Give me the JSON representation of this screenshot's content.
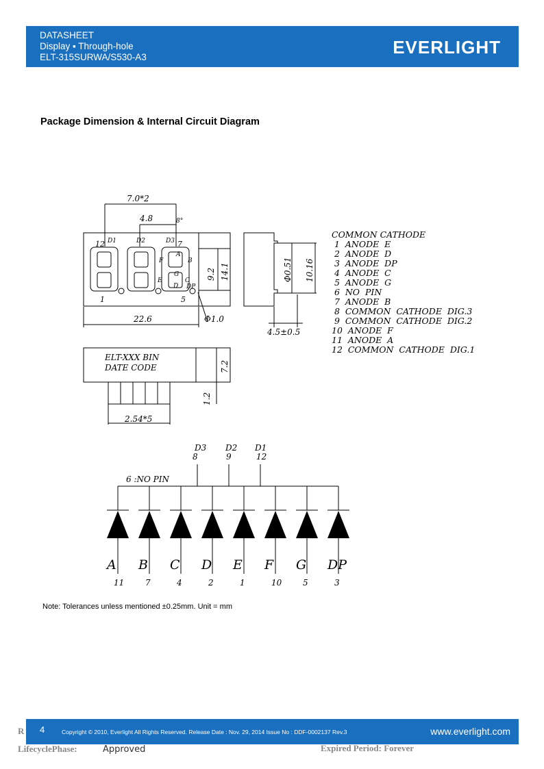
{
  "header": {
    "line1": "DATASHEET",
    "line2": "Display ▪ Through-hole",
    "line3": "ELT-315SURWA/S530-A3",
    "logo": "EVERLIGHT"
  },
  "section_title": "Package Dimension & Internal Circuit Diagram",
  "dimensions": {
    "pitch_top": "7.0*2",
    "digit_width": "4.8",
    "angle": "8°",
    "height_92": "9.2",
    "height_141": "14.1",
    "width_226": "22.6",
    "hole": "Φ1.0",
    "pin_dia": "Φ0.51",
    "side_h": "10.16",
    "side_w": "4.5±0.5",
    "body_h": "7.2",
    "pin_h": "1.2",
    "pin_pitch": "2.54*5",
    "label1": "ELT-XXX BIN",
    "label2": "DATE    CODE",
    "d1": "D1",
    "d2": "D2",
    "d3": "D3",
    "p12": "12",
    "p7": "7",
    "p1": "1",
    "p5": "5",
    "segA": "A",
    "segB": "B",
    "segC": "C",
    "segD": "D",
    "segE": "E",
    "segF": "F",
    "segDP": "DP",
    "segG": "G"
  },
  "pin_list": {
    "title": "COMMON CATHODE",
    "items": [
      " 1  ANODE  E",
      " 2  ANODE  D",
      " 3  ANODE  DP",
      " 4  ANODE  C",
      " 5  ANODE  G",
      " 6  NO  PIN",
      " 7  ANODE  B",
      " 8  COMMON  CATHODE  DIG.3",
      " 9  COMMON  CATHODE  DIG.2",
      "10  ANODE  F",
      "11  ANODE  A",
      "12  COMMON  CATHODE  DIG.1"
    ]
  },
  "circuit": {
    "no_pin": "6  :NO  PIN",
    "digits": [
      {
        "name": "D3",
        "pin": "8"
      },
      {
        "name": "D2",
        "pin": "9"
      },
      {
        "name": "D1",
        "pin": "12"
      }
    ],
    "segments": [
      {
        "name": "A",
        "pin": "11"
      },
      {
        "name": "B",
        "pin": "7"
      },
      {
        "name": "C",
        "pin": "4"
      },
      {
        "name": "D",
        "pin": "2"
      },
      {
        "name": "E",
        "pin": "1"
      },
      {
        "name": "F",
        "pin": "10"
      },
      {
        "name": "G",
        "pin": "5"
      },
      {
        "name": "DP",
        "pin": "3"
      }
    ]
  },
  "note": "Note: Tolerances unless mentioned ±0.25mm. Unit = mm",
  "footer": {
    "page": "4",
    "copyright": "Copyright © 2010, Everlight All Rights Reserved. Release Date : Nov. 29, 2014 Issue No : DDF-0002137 Rev.3",
    "website": "www.everlight.com",
    "r_letter": "R",
    "lifecycle": "LifecyclePhase:",
    "approved": "Approved",
    "expired": "Expired Period: Forever"
  },
  "colors": {
    "brand": "#1a6fbf"
  }
}
